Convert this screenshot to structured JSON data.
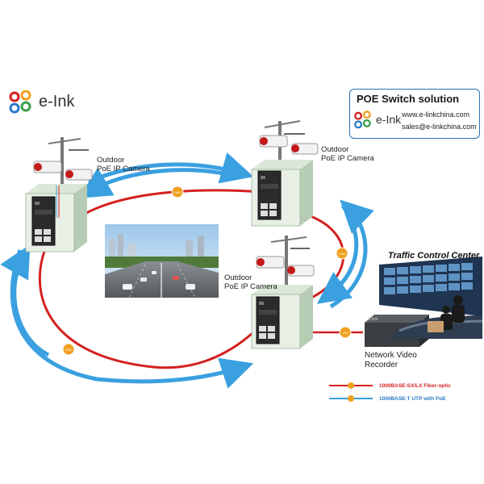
{
  "brand": {
    "name": "e-Ink"
  },
  "info_box": {
    "title": "POE Switch solution",
    "logo_text": "e-Ink",
    "website": "www.e-linkchina.com",
    "email": "sales@e-linkchina.com"
  },
  "cameras": [
    {
      "line1": "Outdoor",
      "line2": "PoE IP Camera"
    },
    {
      "line1": "Outdoor",
      "line2": "PoE IP Camera"
    },
    {
      "line1": "Outdoor",
      "line2": "PoE IP Camera"
    }
  ],
  "link_badges": [
    "1000",
    "1000",
    "1000",
    "1000",
    "100"
  ],
  "control_center": {
    "title": "Traffic Control Center"
  },
  "nvr": {
    "line1": "Network Video",
    "line2": "Recorder"
  },
  "legend": {
    "fiber": "1000BASE-SX/LX Fiber-optic",
    "utp": "1000BASE-T UTP with PoE"
  },
  "colors": {
    "fiber": "#d42020",
    "utp": "#3aa0e0",
    "box_border": "#2d6fb5",
    "badge": "#f0a020"
  }
}
